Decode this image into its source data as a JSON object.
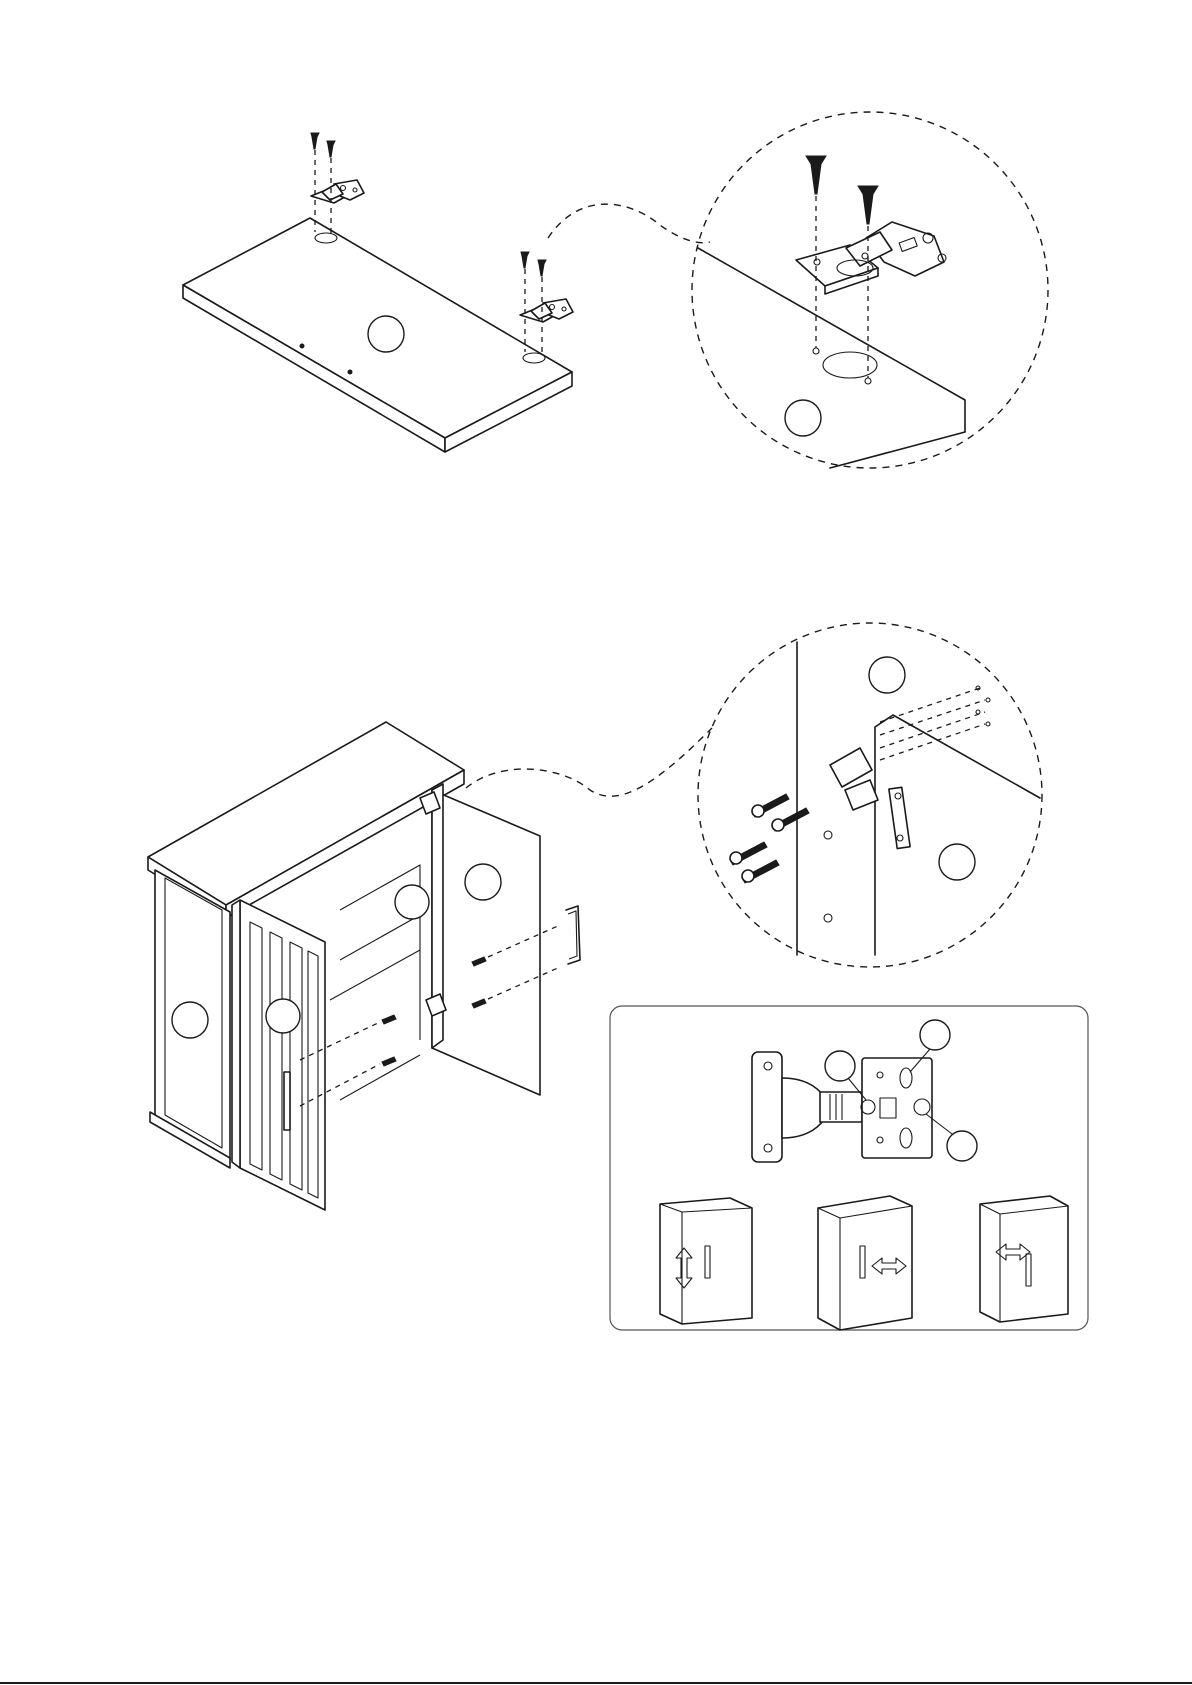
{
  "document": {
    "type": "assembly-instructions",
    "steps": [
      {
        "figure": "hinge-to-door-panel",
        "callouts": [
          "",
          ""
        ],
        "icons": [
          "screw-icon",
          "hinge-icon"
        ]
      },
      {
        "figure": "door-to-cabinet",
        "callouts": [
          "",
          "",
          "",
          "",
          "",
          "",
          ""
        ],
        "icons": [
          "screw-icon",
          "hinge-icon",
          "handle-icon"
        ]
      }
    ],
    "adjustment_panel": {
      "callouts": [
        "",
        "",
        ""
      ],
      "views": [
        "vertical-adjust-arrow-icon",
        "depth-adjust-arrow-icon",
        "lateral-adjust-arrow-icon"
      ]
    }
  }
}
